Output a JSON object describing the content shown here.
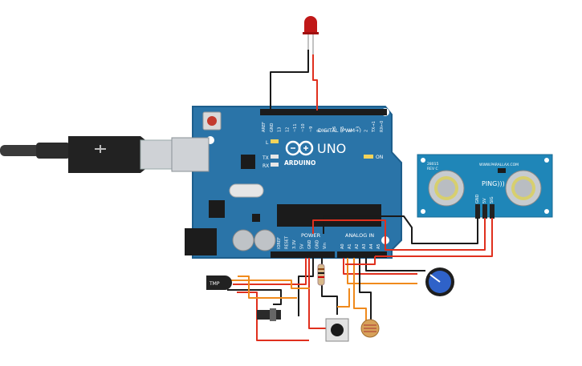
{
  "board": {
    "logo_text": "ARDUINO",
    "model": "UNO",
    "digital_header": "DIGITAL (PWM~)",
    "analog_header": "ANALOG IN",
    "power_header": "POWER",
    "on_label": "ON",
    "l_label": "L",
    "tx_label": "TX",
    "rx_label": "RX",
    "digital_pins": [
      "AREF",
      "GND",
      "13",
      "12",
      "~11",
      "~10",
      "~9",
      "8",
      "7",
      "~6",
      "~5",
      "4",
      "~3",
      "2",
      "TX→1",
      "RX←0"
    ],
    "power_pins": [
      "IOREF",
      "RESET",
      "3.3V",
      "5V",
      "GND",
      "GND",
      "Vin"
    ],
    "analog_pins": [
      "A0",
      "A1",
      "A2",
      "A3",
      "A4",
      "A5"
    ]
  },
  "sensor": {
    "brand": "WWW.PARALLAX.COM",
    "model_code": "28015",
    "rev": "REV C",
    "name": "PING)))",
    "pins": [
      "GND",
      "5V",
      "SIG"
    ]
  },
  "components": {
    "temp_sensor_label": "TMP"
  },
  "colors": {
    "board": "#2a74a8",
    "board_edge": "#1d5e8c",
    "sensor": "#1f86b8",
    "wire_red": "#e0301e",
    "wire_black": "#1a1a1a",
    "wire_orange": "#f08a1c",
    "led": "#c01818",
    "pot": "#2f62c8"
  }
}
